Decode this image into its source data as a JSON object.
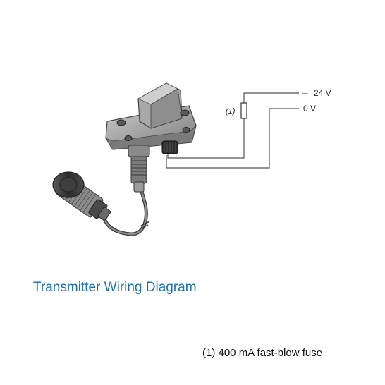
{
  "diagram": {
    "title": "Transmitter Wiring Diagram",
    "labels": {
      "fuse_marker": "(1)",
      "supply_positive": "24 V",
      "supply_negative": "0 V",
      "dc_symbol": "⎓"
    },
    "footnote": "(1) 400 mA fast-blow fuse"
  },
  "colors": {
    "title": "#1a6fb5",
    "wire": "#555555",
    "housing": "#9a9a9a",
    "housing_dark": "#6e6e6e",
    "sensor_dark": "#3a3a3a"
  }
}
